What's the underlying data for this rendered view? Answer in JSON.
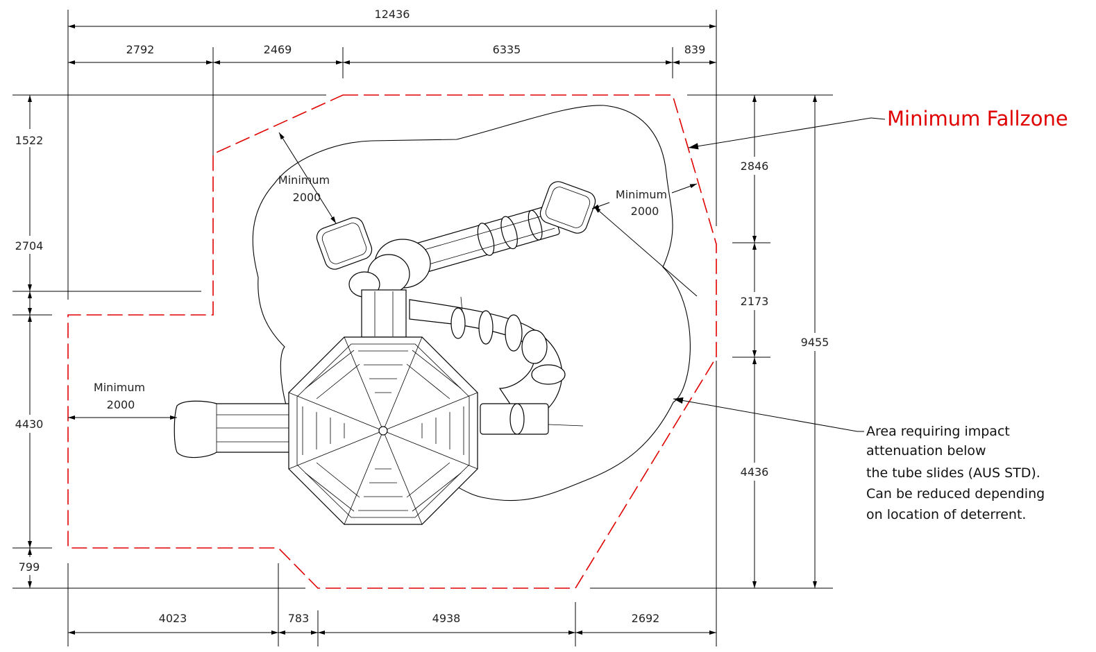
{
  "dimensions": {
    "top_overall": "12436",
    "top_segments": [
      "2792",
      "2469",
      "6335",
      "839"
    ],
    "bottom_segments": [
      "4023",
      "783",
      "4938",
      "2692"
    ],
    "left_segments": [
      "1522",
      "2704",
      "4430",
      "799"
    ],
    "right_segments": [
      "2846",
      "2173",
      "4436"
    ],
    "right_overall": "9455"
  },
  "annotations": {
    "min_top_line1": "Minimum",
    "min_top_line2": "2000",
    "min_right_line1": "Minimum",
    "min_right_line2": "2000",
    "min_left_line1": "Minimum",
    "min_left_line2": "2000"
  },
  "callouts": {
    "fallzone_label": "Minimum Fallzone",
    "impact_note": [
      "Area requiring impact",
      "attenuation below",
      "the tube slides (AUS STD).",
      "Can be reduced depending",
      "on location of deterrent."
    ]
  },
  "colors": {
    "fallzone": "#e00000",
    "linework": "#000000"
  }
}
